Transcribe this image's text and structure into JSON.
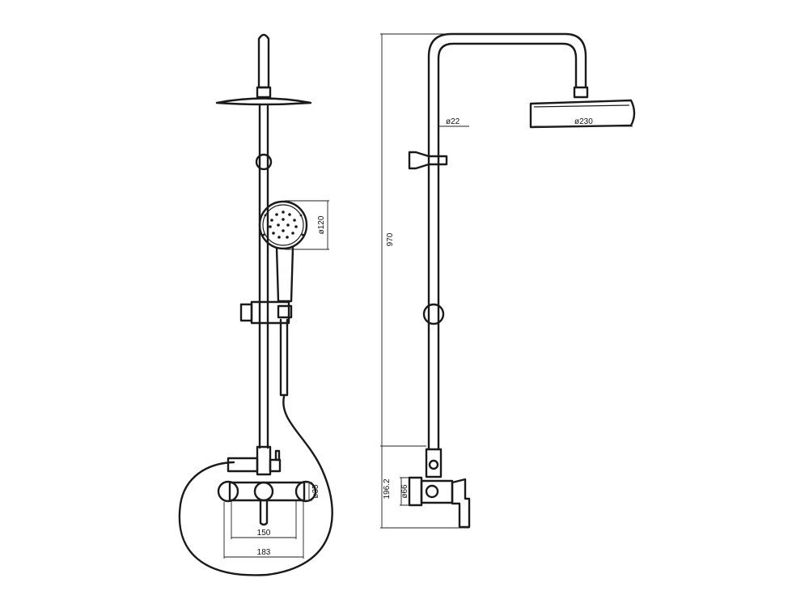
{
  "dimensions": {
    "handset_diameter": "ø120",
    "outlet_diameter": "ø35",
    "inner_width": "150",
    "outer_width": "183",
    "rail_diameter": "ø22",
    "head_diameter": "ø230",
    "total_height": "970",
    "lower_height": "196.2",
    "body_diameter": "ø66"
  }
}
